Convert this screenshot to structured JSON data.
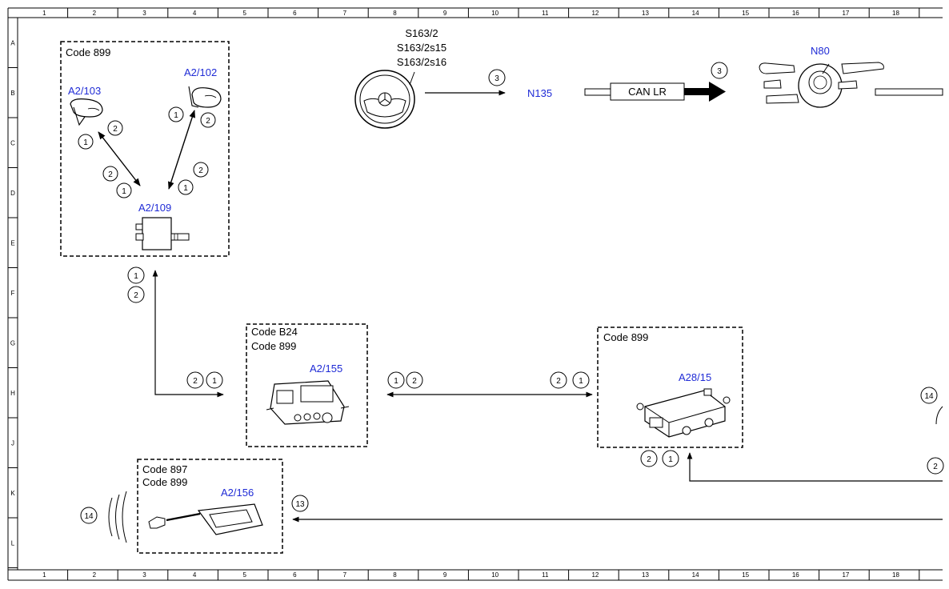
{
  "grid": {
    "columns": [
      "1",
      "2",
      "3",
      "4",
      "5",
      "6",
      "7",
      "8",
      "9",
      "10",
      "11",
      "12",
      "13",
      "14",
      "15",
      "16",
      "17",
      "18"
    ],
    "rows": [
      "A",
      "B",
      "C",
      "D",
      "E",
      "F",
      "G",
      "H",
      "J",
      "K",
      "L"
    ]
  },
  "groups": {
    "top_left": {
      "code": "Code 899"
    },
    "middle": {
      "code1": "Code B24",
      "code2": "Code 899"
    },
    "right": {
      "code": "Code 899"
    },
    "bottom": {
      "code1": "Code 897",
      "code2": "Code 899"
    }
  },
  "components": {
    "a2_103": "A2/103",
    "a2_102": "A2/102",
    "a2_109": "A2/109",
    "a2_155": "A2/155",
    "a28_15": "A28/15",
    "a2_156": "A2/156",
    "n135": "N135",
    "n80": "N80",
    "s163_1": "S163/2",
    "s163_2": "S163/2s15",
    "s163_3": "S163/2s16",
    "can": "CAN LR"
  },
  "markers": {
    "m1": "1",
    "m2": "2",
    "m3": "3",
    "m13": "13",
    "m14": "14"
  }
}
